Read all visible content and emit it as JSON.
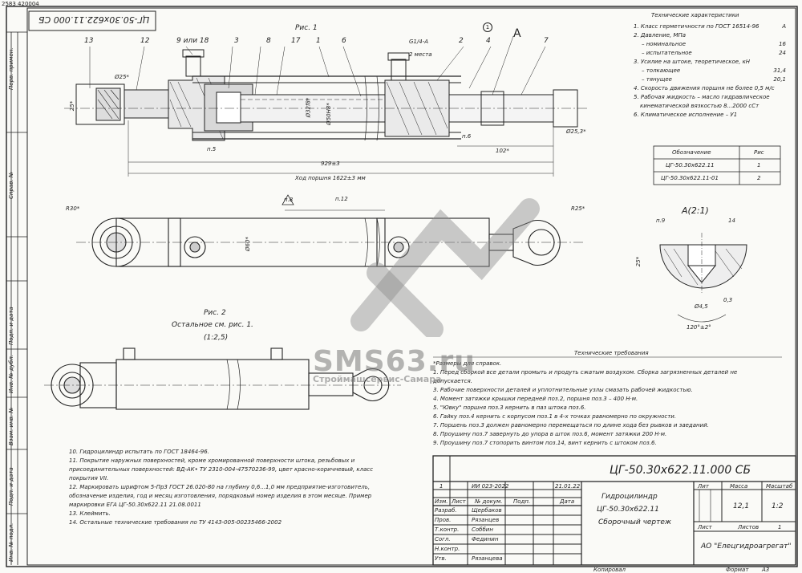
{
  "doc_code": "2583 420004",
  "rotated_code": "ЦГ-50.30х622.11.000 СБ",
  "side_labels": [
    "Перв. примен.",
    "Справ. №",
    "Подп. и дата",
    "Инв. № дубл.",
    "Взам. инв. №",
    "Подп. и дата",
    "Инв. № подл."
  ],
  "fig1": {
    "title": "Рис. 1",
    "view_letter": "A",
    "callouts": [
      "13",
      "12",
      "9 или 18",
      "3",
      "8",
      "17",
      "1",
      "6",
      "G1/4-A",
      "2 места",
      "2",
      "4",
      "7",
      "1"
    ],
    "dims": {
      "d25_left": "Ø25*",
      "h25": "25*",
      "p5": "п.5",
      "d32": "Ø32f8*",
      "d50": "Ø50H8*",
      "p6": "п.6",
      "d25_3": "Ø25,3*",
      "l102": "102*",
      "l929": "929±3",
      "stroke": "Ход поршня 1622±3 мм"
    }
  },
  "fig_mid": {
    "r30": "R30*",
    "r25": "R25*",
    "d60": "Ø60*",
    "roughness": "п.12",
    "tri": "п.8"
  },
  "detail": {
    "title": "А(2:1)",
    "p9": "п.9",
    "n14": "14",
    "h25": "25*",
    "d45": "Ø4,5",
    "r03": "0,3",
    "angle": "120°±2°"
  },
  "fig2": {
    "title": "Рис. 2",
    "subtitle": "Остальное см. рис. 1.",
    "scale": "(1:2,5)"
  },
  "specs": {
    "heading": "Технические характеристики",
    "rows": [
      {
        "label": "1. Класс герметичности по ГОСТ 16514-96",
        "val": "А"
      },
      {
        "label": "2. Давление, МПа",
        "val": ""
      },
      {
        "label": "– номинальное",
        "val": "16"
      },
      {
        "label": "– испытательное",
        "val": "24"
      },
      {
        "label": "3. Усилие на штоке, теоретическое, кН",
        "val": ""
      },
      {
        "label": "– толкающее",
        "val": "31,4"
      },
      {
        "label": "– тянущее",
        "val": "20,1"
      },
      {
        "label": "4. Скорость движения поршня не более 0,5 м/с",
        "val": ""
      },
      {
        "label": "5. Рабочая жидкость – масло гидравлическое",
        "val": ""
      },
      {
        "label": "кинематической вязкостью 8...2000 сСт",
        "val": ""
      },
      {
        "label": "6. Климатическое исполнение – У1",
        "val": ""
      }
    ]
  },
  "variants": {
    "col1": "Обозначение",
    "col2": "Рис",
    "rows": [
      {
        "code": "ЦГ-50.30х622.11",
        "fig": "1"
      },
      {
        "code": "ЦГ-50.30х622.11-01",
        "fig": "2"
      }
    ]
  },
  "tech_req": {
    "heading": "Технические требования",
    "lines": [
      "*Размеры для справок.",
      "1. Перед сборкой все детали промыть и продуть сжатым воздухом. Сборка загрязненных деталей не",
      "допускается.",
      "3. Рабочие поверхности деталей и уплотнительные узлы смазать рабочей жидкостью.",
      "4. Момент затяжки крышки передней поз.2, поршня поз.3 – 400 Н·м.",
      "5. \"Ювку\" поршня поз.3 кернить в паз штока поз.6.",
      "6. Гайку поз.4 кернить с корпусом поз.1 в 4-х точках равномерно по окружности.",
      "7. Поршень поз.3 должен равномерно перемещаться по длине хода без рывков и заеданий.",
      "8. Проушину поз.7 завернуть до упора в шток поз.6, момент затяжки 200 Н·м.",
      "9. Проушину поз.7 стопорить винтом поз.14, винт кернить с штоком поз.6."
    ]
  },
  "notes_left": [
    "10. Гидроцилиндр испытать по ГОСТ 18464-96.",
    "11. Покрытие наружных поверхностей, кроме хромированной поверхности штока, резьбовых и",
    "присоединительных поверхностей: ВД-АК• ТУ 2310-004-47570236-99, цвет красно-коричневый, класс",
    "покрытия VII.",
    "12. Маркировать шрифтом 5-Пр3 ГОСТ 26.020-80 на глубину 0,6...1,0 мм предприятие-изготовитель,",
    "обозначение изделия, год и месяц изготовления, порядковый номер изделия в этом месяце. Пример",
    "маркировки ЕГА ЦГ-50.30х622.11 21.08.0011",
    "13. Клеймить.",
    "14. Остальные технические требования по ТУ 4143-005-00235466-2002"
  ],
  "title_block": {
    "designation": "ЦГ-50.30х622.11.000 СБ",
    "name1": "Гидроцилиндр",
    "name2": "ЦГ-50.30х622.11",
    "name3": "Сборочный чертеж",
    "lit_h": "Лит",
    "mass_h": "Масса",
    "scale_h": "Масштаб",
    "mass": "12,1",
    "scale": "1:2",
    "sheet_h": "Лист",
    "sheets_h": "Листов",
    "sheets": "1",
    "company": "АО \"Елецгидроагрегат\"",
    "copied": "Копировал",
    "format_h": "Формат",
    "format": "А3",
    "chg": {
      "num": "1",
      "doc": "ИИ 023-2022",
      "date": "21.01.22"
    },
    "hdr": [
      "Изм.",
      "Лист",
      "№ докум.",
      "Подп.",
      "Дата"
    ],
    "roles": [
      {
        "role": "Разраб.",
        "name": "Щербаков"
      },
      {
        "role": "Пров.",
        "name": "Рязанцев"
      },
      {
        "role": "Т.контр.",
        "name": "Соббин"
      },
      {
        "role": "Согл.",
        "name": "Фединин"
      },
      {
        "role": "Н.контр.",
        "name": ""
      },
      {
        "role": "Утв.",
        "name": "Рязанцева"
      }
    ]
  },
  "watermark": {
    "main": "SMS63.ru",
    "sub": "Строймашсервис-Самара"
  }
}
